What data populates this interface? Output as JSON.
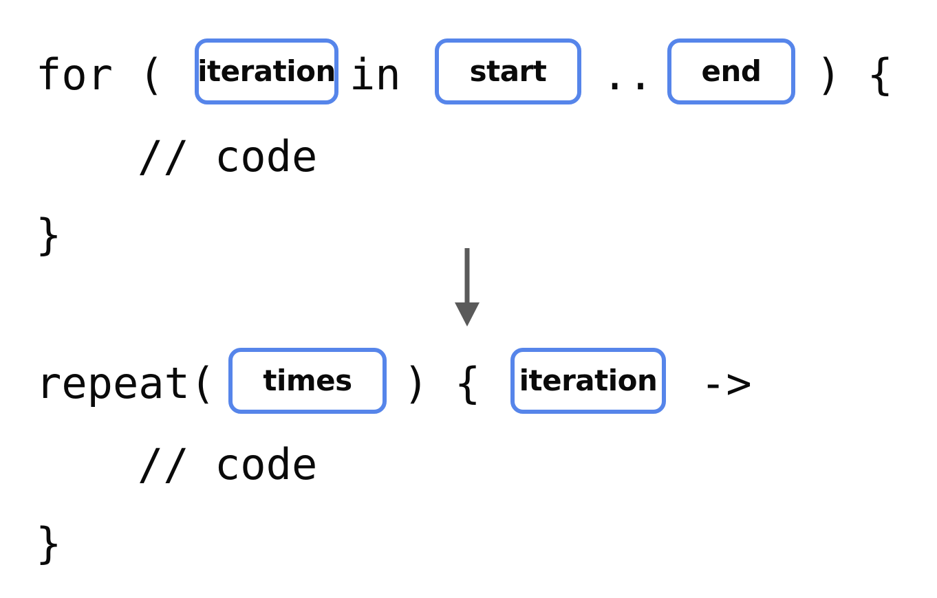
{
  "theme": {
    "background": "#ffffff",
    "code_color": "#0a0a0a",
    "token_border_color": "#5685ea",
    "token_fill_color": "#ffffff",
    "token_label_color": "#0a0a0a",
    "arrow_color": "#5a5a5a"
  },
  "diagram": {
    "title": "for loop rewritten as repeat",
    "arrow_icon": "down-arrow-icon",
    "before": {
      "lines": [
        {
          "segments": [
            {
              "kind": "code",
              "text": "for ("
            },
            {
              "kind": "token",
              "text": "iteration"
            },
            {
              "kind": "code",
              "text": "in"
            },
            {
              "kind": "token",
              "text": "start"
            },
            {
              "kind": "code",
              "text": ".."
            },
            {
              "kind": "token",
              "text": "end"
            },
            {
              "kind": "code",
              "text": ") {"
            }
          ]
        },
        {
          "segments": [
            {
              "kind": "code",
              "text": "// code"
            }
          ]
        },
        {
          "segments": [
            {
              "kind": "code",
              "text": "}"
            }
          ]
        }
      ]
    },
    "after": {
      "lines": [
        {
          "segments": [
            {
              "kind": "code",
              "text": "repeat("
            },
            {
              "kind": "token",
              "text": "times"
            },
            {
              "kind": "code",
              "text": ") {"
            },
            {
              "kind": "token",
              "text": "iteration"
            },
            {
              "kind": "code",
              "text": "->"
            }
          ]
        },
        {
          "segments": [
            {
              "kind": "code",
              "text": "// code"
            }
          ]
        },
        {
          "segments": [
            {
              "kind": "code",
              "text": "}"
            }
          ]
        }
      ]
    }
  },
  "text": {
    "for_open": "for (",
    "in_keyword": "in",
    "range_operator": "..",
    "close_paren_brace": ") {",
    "comment_code": "// code",
    "close_brace": "}",
    "repeat_open": "repeat(",
    "close_paren": ")",
    "open_brace": "{",
    "lambda_arrow": "->",
    "token_iteration_1": "iteration",
    "token_start": "start",
    "token_end": "end",
    "token_times": "times",
    "token_iteration_2": "iteration"
  }
}
